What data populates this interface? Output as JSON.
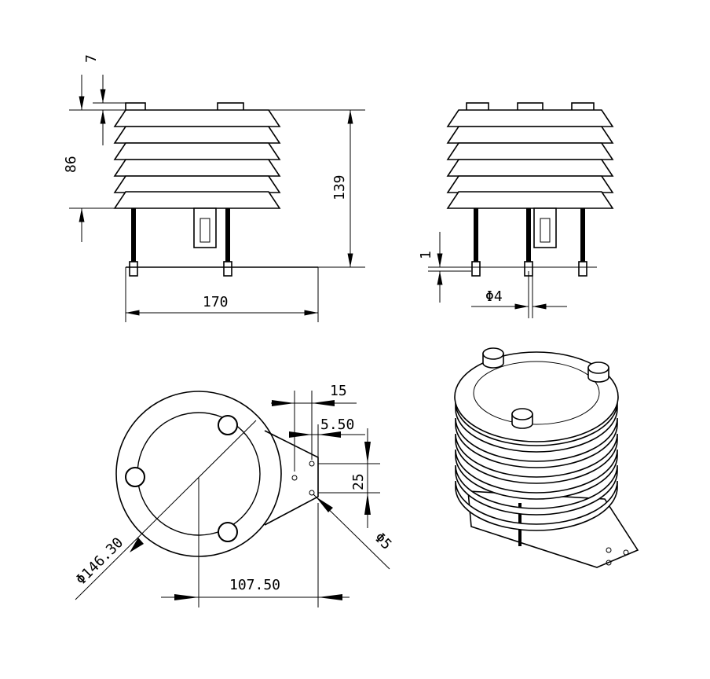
{
  "colors": {
    "line": "#000000",
    "background": "#ffffff"
  },
  "front_view": {
    "dim_top_gap": "7",
    "dim_plate_stack": "86",
    "dim_total_height": "139",
    "dim_base_width": "170"
  },
  "side_view": {
    "dim_base_thickness": "1",
    "dim_rod_diameter": "Φ4"
  },
  "top_view": {
    "dim_hole_offset": "15",
    "dim_edge_offset": "5.50",
    "dim_hole_spacing": "25",
    "dim_hole_diameter": "Φ5",
    "dim_outer_diameter": "Φ146.30",
    "dim_center_to_edge": "107.50"
  }
}
